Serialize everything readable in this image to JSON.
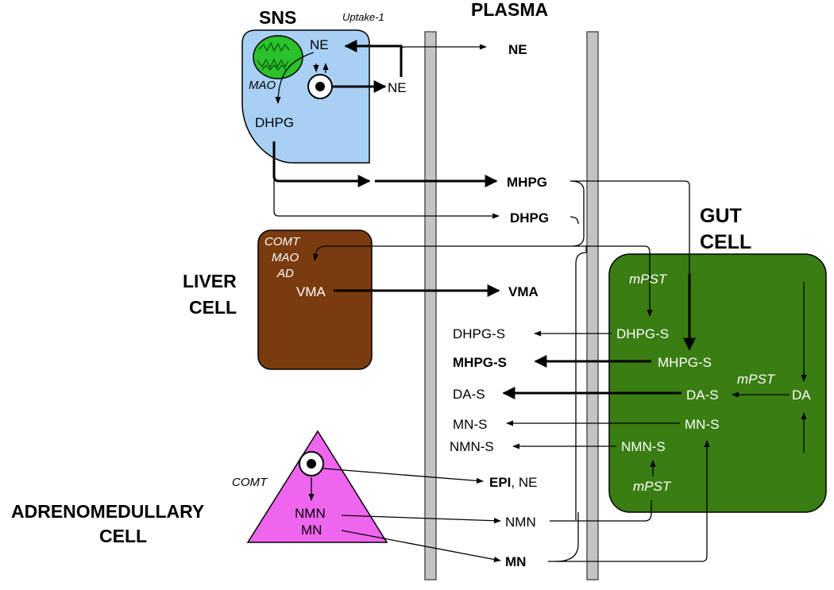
{
  "headers": {
    "sns": "SNS",
    "uptake": "Uptake-1",
    "plasma": "PLASMA",
    "gut_line1": "GUT",
    "gut_line2": "CELL"
  },
  "sns_cell": {
    "ne_inner": "NE",
    "ne_release": "NE",
    "mao": "MAO",
    "dhpg": "DHPG"
  },
  "plasma_items": {
    "ne": "NE",
    "mhpg": "MHPG",
    "dhpg": "DHPG",
    "vma": "VMA",
    "dhpg_s": "DHPG-S",
    "mhpg_s": "MHPG-S",
    "da_s": "DA-S",
    "mn_s": "MN-S",
    "nmn_s": "NMN-S",
    "epi": "EPI",
    "epi_ne": ", NE",
    "nmn": "NMN",
    "mn": "MN"
  },
  "liver": {
    "label_line1": "LIVER",
    "label_line2": "CELL",
    "comt": "COMT",
    "mao": "MAO",
    "ad": "AD",
    "vma": "VMA"
  },
  "gut": {
    "mpst_top": "mPST",
    "dhpg_s": "DHPG-S",
    "mhpg_s": "MHPG-S",
    "da_s": "DA-S",
    "mn_s": "MN-S",
    "nmn_s": "NMN-S",
    "mpst_mid": "mPST",
    "da": "DA",
    "mpst_bottom": "mPST"
  },
  "adrenal": {
    "label_line1": "ADRENOMEDULLARY",
    "label_line2": "CELL",
    "comt": "COMT",
    "nmn": "NMN",
    "mn": "MN"
  },
  "colors": {
    "sns_fill": "#a8d0f5",
    "mito_fill": "#2bc12b",
    "liver_fill": "#7a3c0f",
    "gut_fill": "#3a7d12",
    "adrenal_fill": "#ee66ee",
    "membrane_fill": "#c4c4c4"
  }
}
